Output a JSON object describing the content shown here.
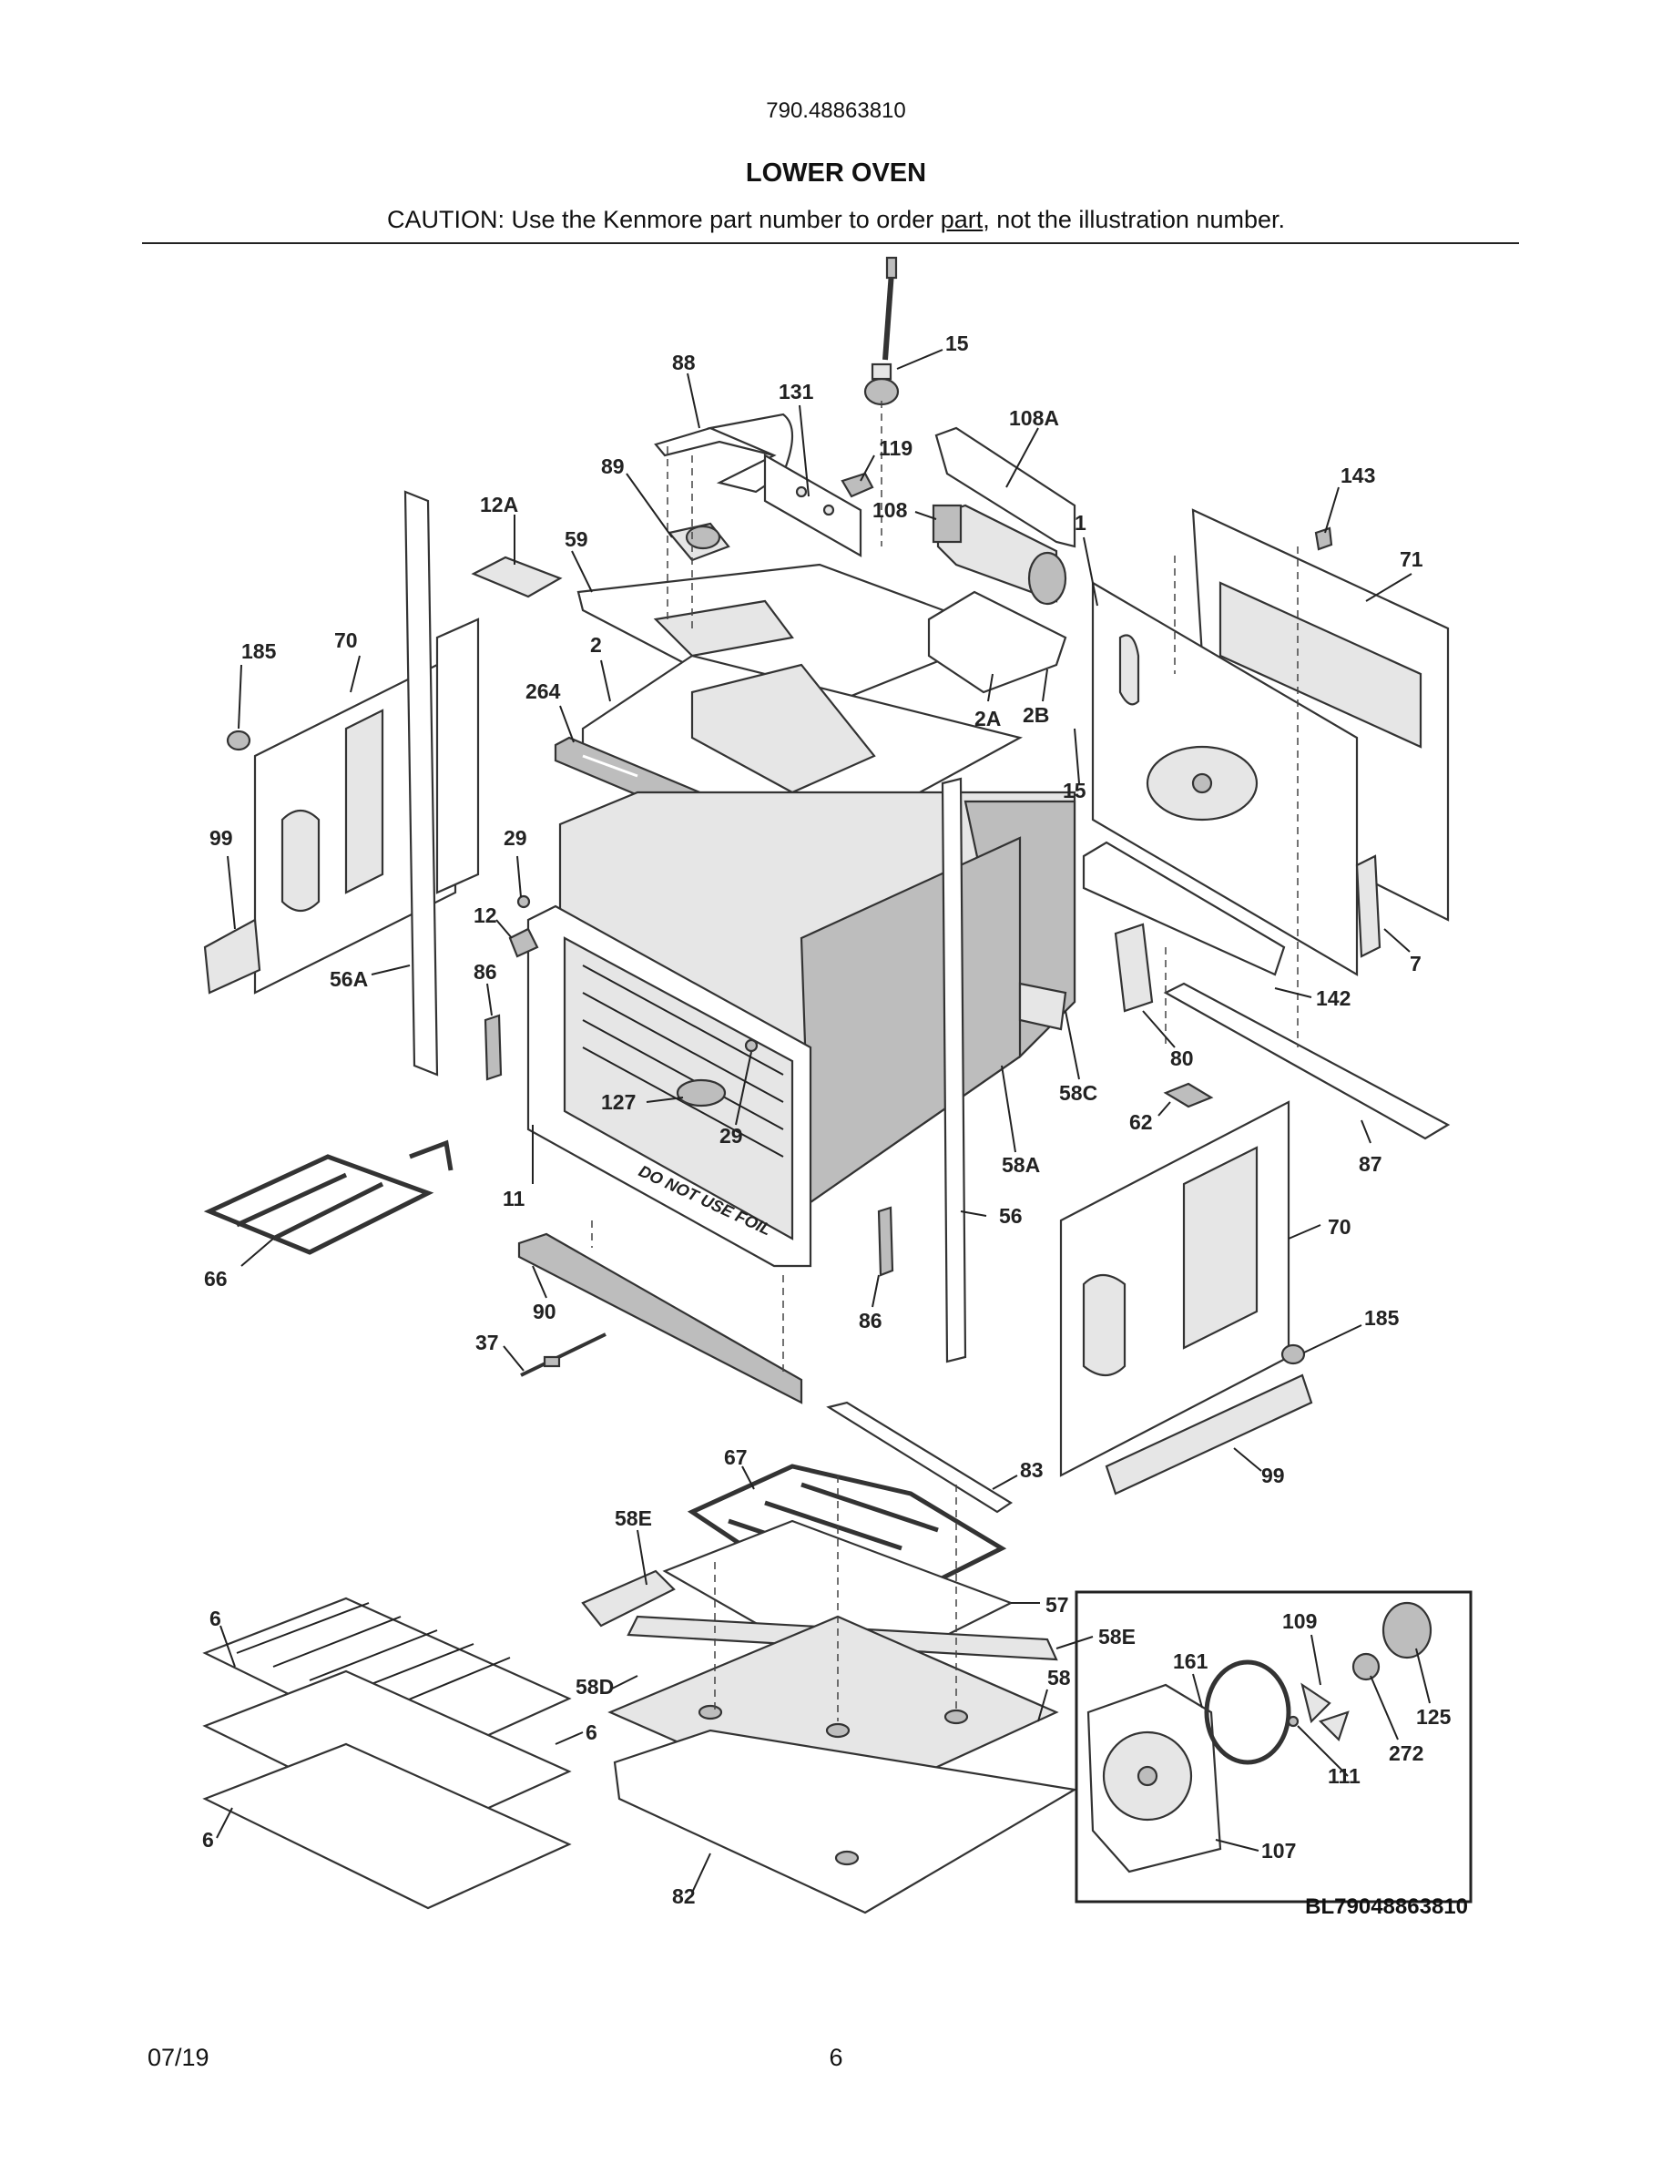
{
  "header": {
    "model_number": "790.48863810",
    "title": "LOWER OVEN",
    "caution_before": "CAUTION: Use the Kenmore part number to order ",
    "caution_underlined": "part",
    "caution_after": ", not the illustration number."
  },
  "callouts": {
    "c15a": "15",
    "c88": "88",
    "c131": "131",
    "c108A": "108A",
    "c119": "119",
    "c143": "143",
    "c89": "89",
    "c12A": "12A",
    "c108": "108",
    "c1": "1",
    "c71": "71",
    "c59": "59",
    "c185a": "185",
    "c70a": "70",
    "c2": "2",
    "c264": "264",
    "c2A": "2A",
    "c2B": "2B",
    "c15b": "15",
    "c99a": "99",
    "c29a": "29",
    "c12": "12",
    "c56A": "56A",
    "c86a": "86",
    "c7": "7",
    "c142": "142",
    "c127": "127",
    "c29b": "29",
    "c80": "80",
    "c58C": "58C",
    "c62": "62",
    "c87": "87",
    "c58A": "58A",
    "c11": "11",
    "c56": "56",
    "c70b": "70",
    "c66": "66",
    "c90": "90",
    "c86b": "86",
    "c185b": "185",
    "c37": "37",
    "c99b": "99",
    "c67": "67",
    "c83": "83",
    "c58E": "58E",
    "c57": "57",
    "c6a": "6",
    "c58E2": "58E",
    "c109": "109",
    "c161": "161",
    "c58D": "58D",
    "c58": "58",
    "c6b": "6",
    "c125": "125",
    "c272": "272",
    "c111": "111",
    "c6c": "6",
    "c107": "107",
    "c82": "82"
  },
  "oven_floor_text": "DO NOT USE FOIL",
  "diagram_ref": "BL79048863810",
  "footer": {
    "date": "07/19",
    "page": "6"
  }
}
